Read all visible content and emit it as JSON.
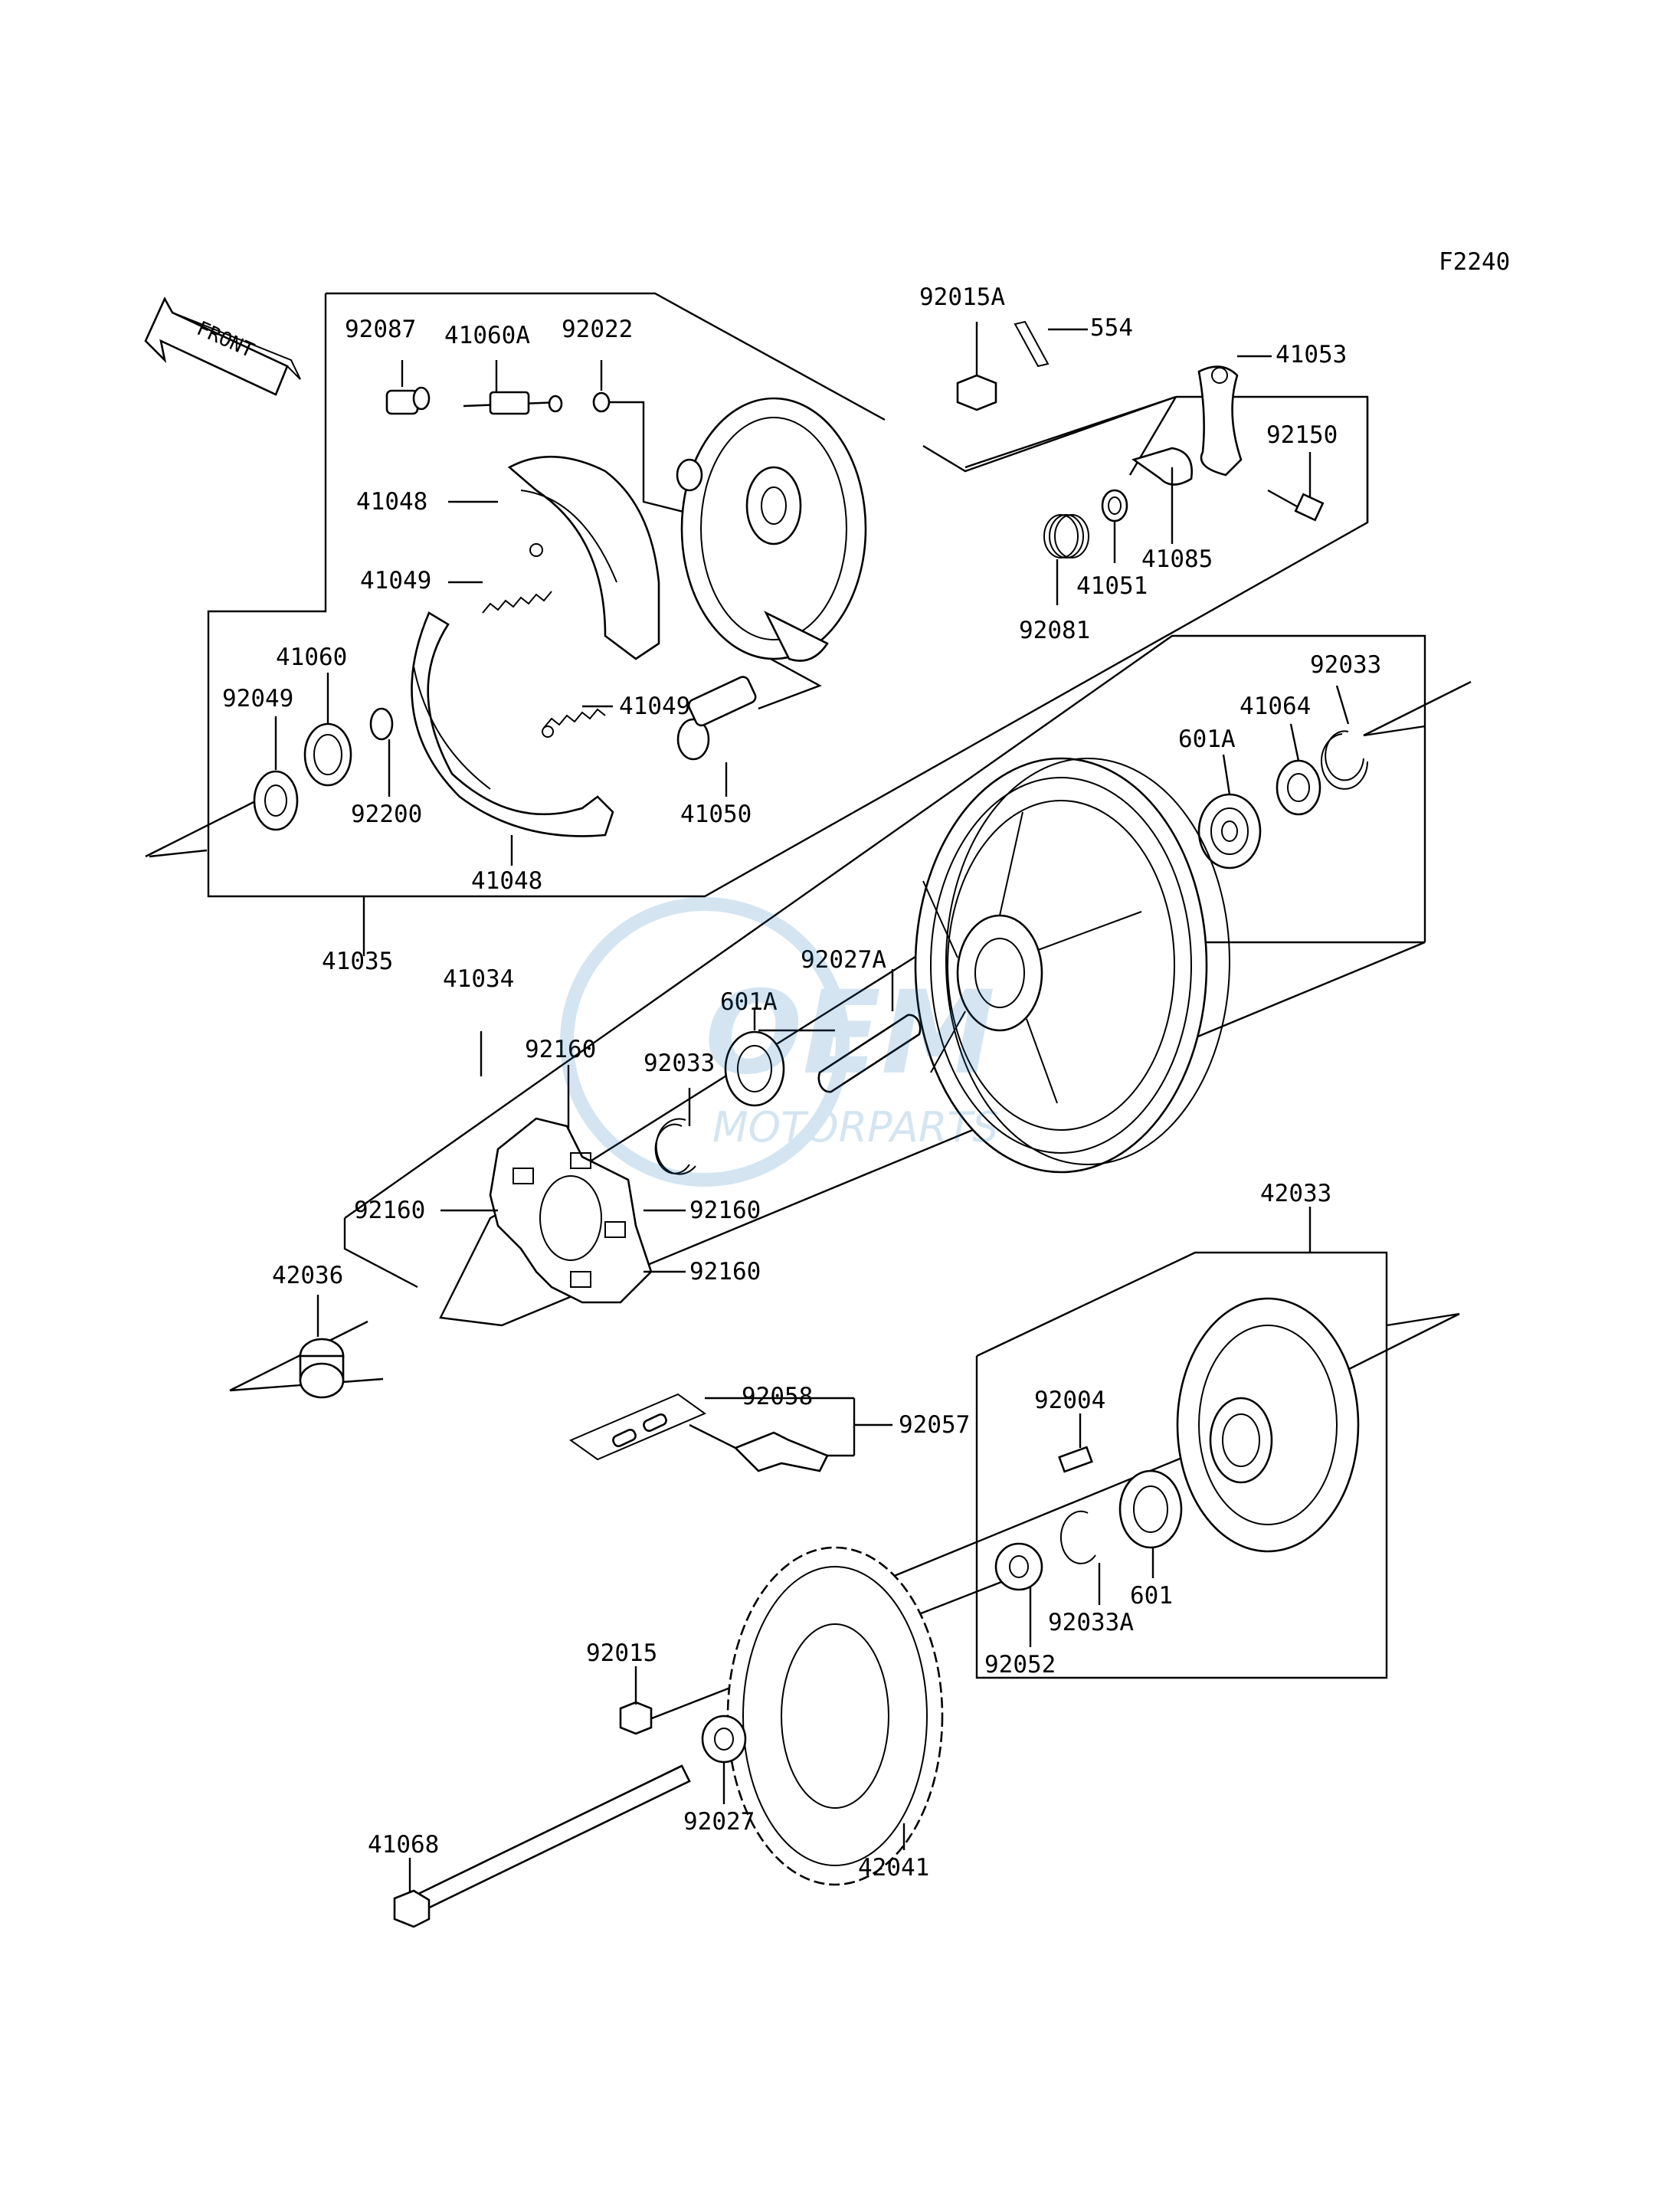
{
  "figure_code": "F2240",
  "front_label": "FRONT",
  "watermark": {
    "brand_top": "OEM",
    "brand_bottom": "MOTORPARTS"
  },
  "parts": {
    "p92087": "92087",
    "p41060A": "41060A",
    "p92022": "92022",
    "p92015A": "92015A",
    "p554": "554",
    "p41053": "41053",
    "p92150": "92150",
    "p41048_top": "41048",
    "p41049_top": "41049",
    "p41085": "41085",
    "p41051": "41051",
    "p92081": "92081",
    "p41060": "41060",
    "p92049": "92049",
    "p41049_bot": "41049",
    "p92033_top": "92033",
    "p41064": "41064",
    "p601A_top": "601A",
    "p92200": "92200",
    "p41050": "41050",
    "p41048_bot": "41048",
    "p41035": "41035",
    "p41034": "41034",
    "p92027A": "92027A",
    "p601A_mid": "601A",
    "p92160_top": "92160",
    "p92033_mid": "92033",
    "p92160_left": "92160",
    "p92160_right": "92160",
    "p92160_bot": "92160",
    "p42036": "42036",
    "p42033": "42033",
    "p92058": "92058",
    "p92057": "92057",
    "p92004": "92004",
    "p601": "601",
    "p92033A": "92033A",
    "p92052": "92052",
    "p92015": "92015",
    "p92027": "92027",
    "p42041": "42041",
    "p41068": "41068"
  }
}
